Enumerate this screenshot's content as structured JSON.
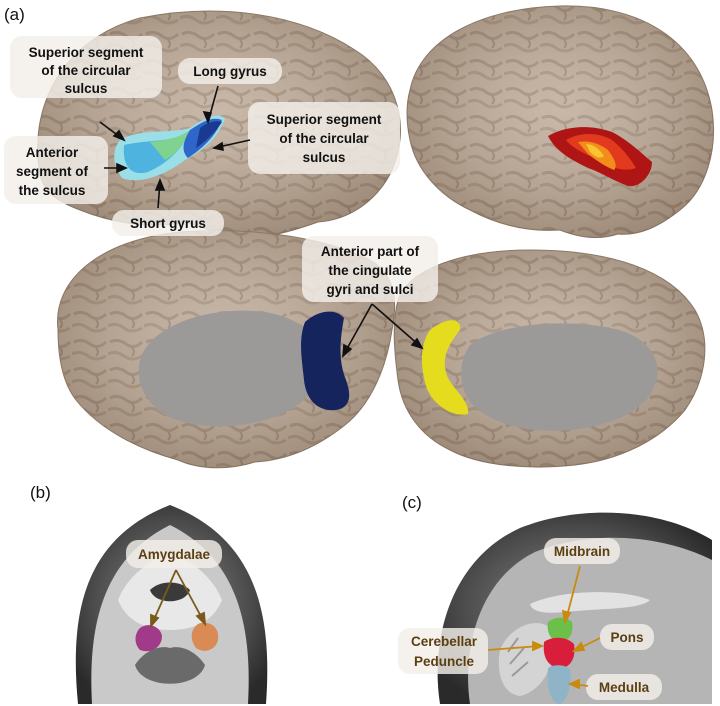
{
  "panels": {
    "a": "(a)",
    "b": "(b)",
    "c": "(c)"
  },
  "labels": {
    "superior_segment_left": [
      "Superior segment",
      "of the circular",
      "sulcus"
    ],
    "long_gyrus": "Long gyrus",
    "superior_segment_right": [
      "Superior segment",
      "of the circular",
      "sulcus"
    ],
    "anterior_segment": [
      "Anterior",
      "segment of",
      "the  sulcus"
    ],
    "short_gyrus": "Short gyrus",
    "anterior_cingulate": [
      "Anterior part of",
      "the cingulate",
      "gyri and sulci"
    ],
    "amygdalae": "Amygdalae",
    "midbrain": "Midbrain",
    "cerebellar_peduncle": [
      "Cerebellar",
      "Peduncle"
    ],
    "pons": "Pons",
    "medulla": "Medulla"
  },
  "colors": {
    "brain_surface": "#b9a594",
    "medial_wall": "#9c9a98",
    "label_text_dark": "#111111",
    "label_text_brown": "#5a3f10",
    "insula_cool": [
      "#1a3a8f",
      "#2f66c9",
      "#4fb3e0",
      "#7fd28f",
      "#9adfe8"
    ],
    "insula_warm": [
      "#b01515",
      "#e23a1e",
      "#f28c1a",
      "#f7c530"
    ],
    "cingulate_left": "#16245e",
    "cingulate_right": "#e6dc1e",
    "amygdala_left": "#a23a8a",
    "amygdala_right": "#d98a55",
    "midbrain": "#6cc04a",
    "pons": "#d81e3a",
    "medulla": "#8fb4c8"
  }
}
